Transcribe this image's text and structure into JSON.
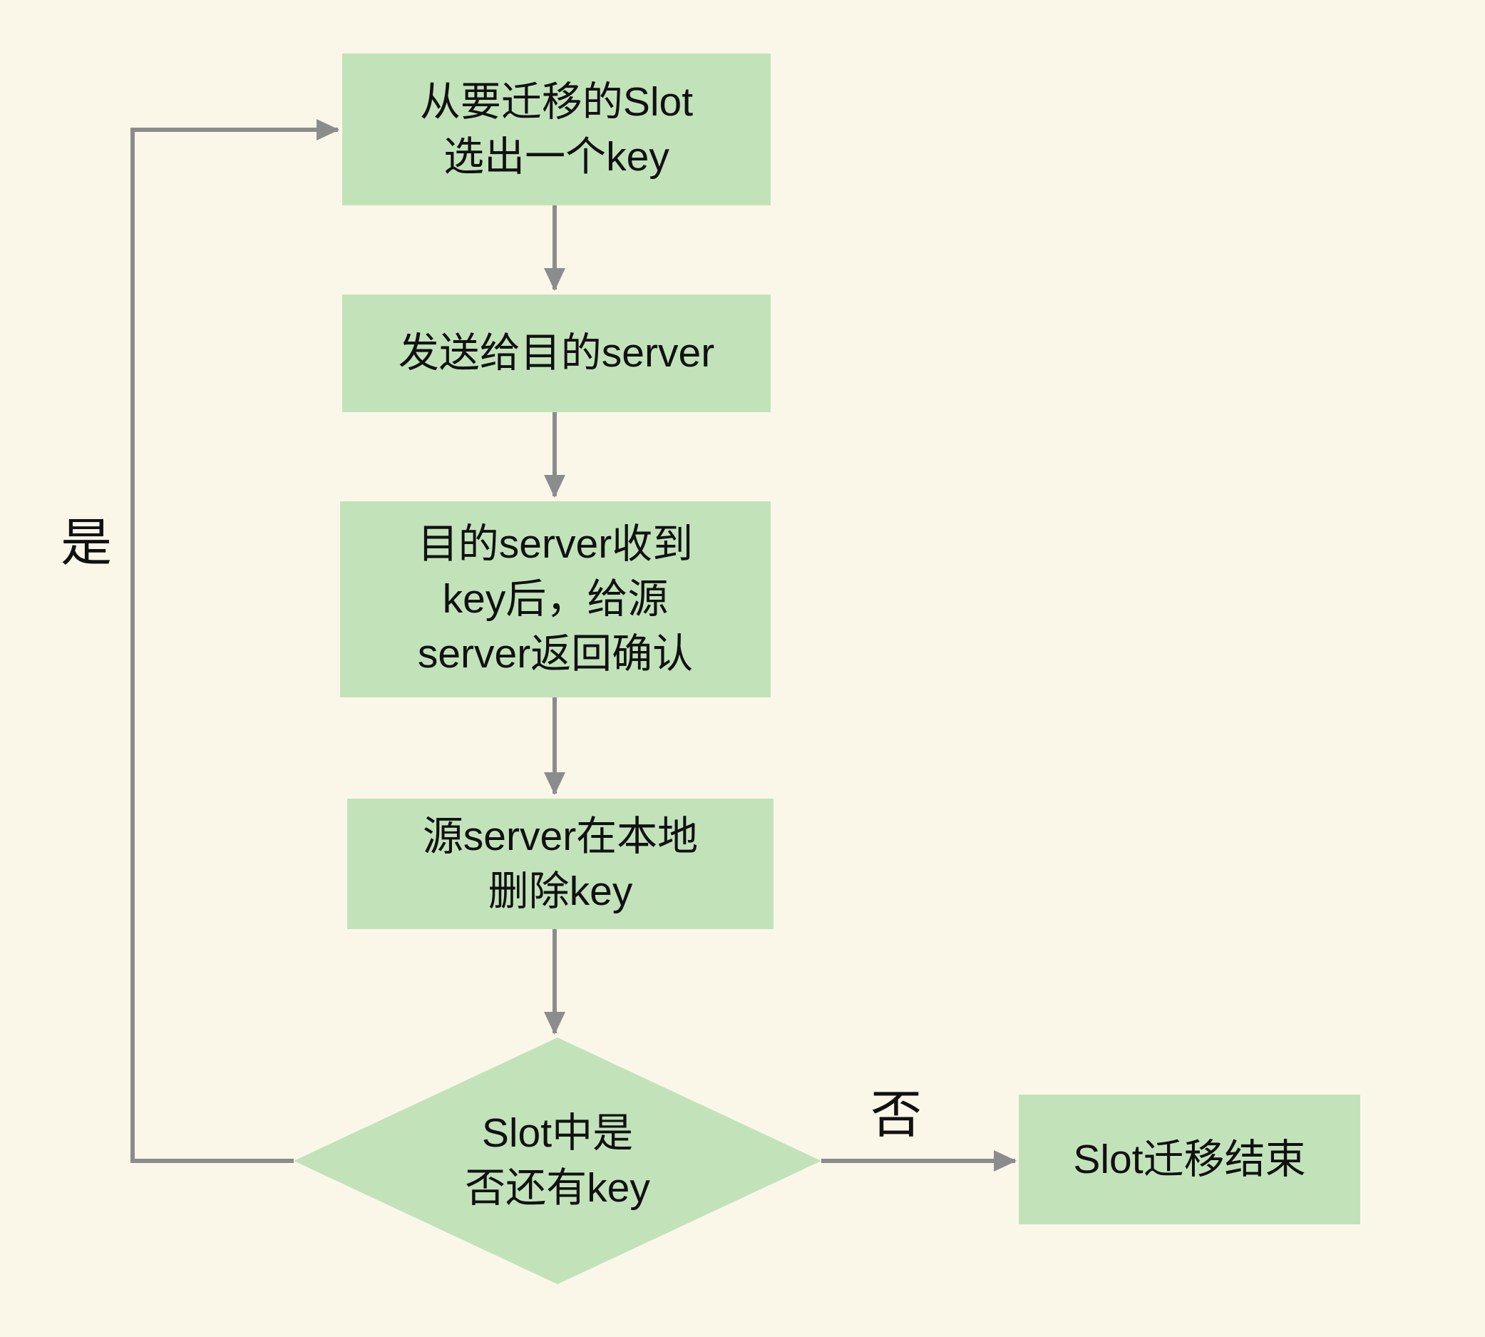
{
  "diagram": {
    "type": "flowchart",
    "title": "Slot key migration flow",
    "colors": {
      "background": "#FAF7E9",
      "node_fill": "#C2E3BA",
      "arrow": "#8C8C8C",
      "text": "#111111"
    },
    "nodes": [
      {
        "id": "select-key",
        "shape": "rect",
        "lines": [
          "从要迁移的Slot",
          "选出一个key"
        ]
      },
      {
        "id": "send-to-dest",
        "shape": "rect",
        "lines": [
          "发送给目的server"
        ]
      },
      {
        "id": "dest-ack",
        "shape": "rect",
        "lines": [
          "目的server收到",
          "key后，给源",
          "server返回确认"
        ]
      },
      {
        "id": "delete-key",
        "shape": "rect",
        "lines": [
          "源server在本地",
          "删除key"
        ]
      },
      {
        "id": "has-key",
        "shape": "diamond",
        "lines": [
          "Slot中是",
          "否还有key"
        ]
      },
      {
        "id": "migration-done",
        "shape": "rect",
        "lines": [
          "Slot迁移结束"
        ]
      }
    ],
    "edges": [
      {
        "from": "select-key",
        "to": "send-to-dest",
        "label": ""
      },
      {
        "from": "send-to-dest",
        "to": "dest-ack",
        "label": ""
      },
      {
        "from": "dest-ack",
        "to": "delete-key",
        "label": ""
      },
      {
        "from": "delete-key",
        "to": "has-key",
        "label": ""
      },
      {
        "from": "has-key",
        "to": "migration-done",
        "label": "否"
      },
      {
        "from": "has-key",
        "to": "select-key",
        "label": "是"
      }
    ],
    "edge_labels": {
      "yes": "是",
      "no": "否"
    }
  }
}
